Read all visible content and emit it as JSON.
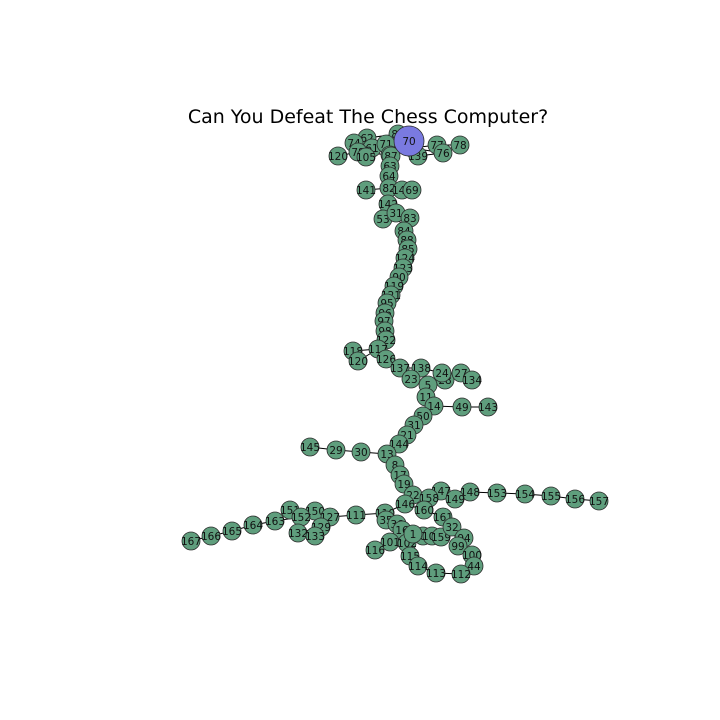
{
  "title": "Can You Defeat The Chess Computer?",
  "colors": {
    "node": "#5f9e7d",
    "root": "#7a7ae0",
    "edge": "#000000"
  },
  "root": "70",
  "nodes": [
    "70",
    "86",
    "62",
    "74",
    "61",
    "71",
    "79",
    "75",
    "77",
    "78",
    "76",
    "139",
    "120",
    "78b",
    "105",
    "87",
    "63",
    "64",
    "141",
    "82",
    "140",
    "69",
    "142",
    "53",
    "31",
    "83",
    "84",
    "88",
    "85",
    "124",
    "123",
    "90",
    "119",
    "121",
    "95",
    "96",
    "97",
    "98",
    "122",
    "118",
    "117",
    "120b",
    "126",
    "137",
    "138",
    "23",
    "28",
    "24",
    "27",
    "134",
    "5",
    "11",
    "14",
    "49",
    "143",
    "50",
    "31b",
    "21",
    "144",
    "145",
    "29",
    "30",
    "13",
    "8",
    "17",
    "19",
    "22",
    "147",
    "148",
    "153",
    "154",
    "155",
    "156",
    "157",
    "158",
    "149",
    "146",
    "160",
    "161",
    "151",
    "150",
    "152",
    "127",
    "129",
    "132",
    "133",
    "111",
    "110",
    "35",
    "36",
    "167",
    "166",
    "165",
    "164",
    "163",
    "16",
    "101",
    "102",
    "103",
    "1",
    "104",
    "159",
    "32",
    "94",
    "99",
    "100",
    "44",
    "115",
    "114",
    "113",
    "112",
    "116"
  ],
  "edges": [
    [
      "86",
      "70"
    ],
    [
      "62",
      "86"
    ],
    [
      "74",
      "62"
    ],
    [
      "61",
      "62"
    ],
    [
      "71",
      "86"
    ],
    [
      "79",
      "71"
    ],
    [
      "70",
      "75"
    ],
    [
      "75",
      "77"
    ],
    [
      "77",
      "78"
    ],
    [
      "75",
      "76"
    ],
    [
      "76",
      "139"
    ],
    [
      "79",
      "78b"
    ],
    [
      "78b",
      "120"
    ],
    [
      "78b",
      "105"
    ],
    [
      "71",
      "87"
    ],
    [
      "87",
      "63"
    ],
    [
      "63",
      "64"
    ],
    [
      "64",
      "82"
    ],
    [
      "82",
      "141"
    ],
    [
      "82",
      "140"
    ],
    [
      "140",
      "69"
    ],
    [
      "82",
      "142"
    ],
    [
      "142",
      "31"
    ],
    [
      "31",
      "53"
    ],
    [
      "31",
      "83"
    ],
    [
      "31",
      "84"
    ],
    [
      "84",
      "88"
    ],
    [
      "88",
      "85"
    ],
    [
      "85",
      "124"
    ],
    [
      "124",
      "123"
    ],
    [
      "123",
      "90"
    ],
    [
      "90",
      "119"
    ],
    [
      "119",
      "121"
    ],
    [
      "121",
      "95"
    ],
    [
      "95",
      "96"
    ],
    [
      "96",
      "97"
    ],
    [
      "97",
      "98"
    ],
    [
      "98",
      "122"
    ],
    [
      "122",
      "117"
    ],
    [
      "117",
      "118"
    ],
    [
      "117",
      "120b"
    ],
    [
      "117",
      "126"
    ],
    [
      "126",
      "137"
    ],
    [
      "137",
      "138"
    ],
    [
      "138",
      "23"
    ],
    [
      "138",
      "24"
    ],
    [
      "24",
      "28"
    ],
    [
      "24",
      "27"
    ],
    [
      "27",
      "134"
    ],
    [
      "138",
      "5"
    ],
    [
      "5",
      "11"
    ],
    [
      "11",
      "14"
    ],
    [
      "14",
      "49"
    ],
    [
      "49",
      "143"
    ],
    [
      "14",
      "50"
    ],
    [
      "50",
      "31b"
    ],
    [
      "31b",
      "21"
    ],
    [
      "21",
      "144"
    ],
    [
      "144",
      "13"
    ],
    [
      "13",
      "30"
    ],
    [
      "30",
      "29"
    ],
    [
      "29",
      "145"
    ],
    [
      "13",
      "8"
    ],
    [
      "8",
      "17"
    ],
    [
      "17",
      "19"
    ],
    [
      "19",
      "22"
    ],
    [
      "22",
      "147"
    ],
    [
      "147",
      "148"
    ],
    [
      "148",
      "153"
    ],
    [
      "153",
      "154"
    ],
    [
      "154",
      "155"
    ],
    [
      "155",
      "156"
    ],
    [
      "156",
      "157"
    ],
    [
      "22",
      "158"
    ],
    [
      "158",
      "149"
    ],
    [
      "22",
      "146"
    ],
    [
      "146",
      "160"
    ],
    [
      "160",
      "161"
    ],
    [
      "146",
      "110"
    ],
    [
      "110",
      "111"
    ],
    [
      "111",
      "127"
    ],
    [
      "127",
      "152"
    ],
    [
      "152",
      "150"
    ],
    [
      "152",
      "151"
    ],
    [
      "127",
      "129"
    ],
    [
      "129",
      "132"
    ],
    [
      "129",
      "133"
    ],
    [
      "152",
      "163"
    ],
    [
      "163",
      "164"
    ],
    [
      "164",
      "165"
    ],
    [
      "165",
      "166"
    ],
    [
      "166",
      "167"
    ],
    [
      "110",
      "35"
    ],
    [
      "35",
      "36"
    ],
    [
      "36",
      "16"
    ],
    [
      "16",
      "101"
    ],
    [
      "16",
      "102"
    ],
    [
      "102",
      "103"
    ],
    [
      "102",
      "1"
    ],
    [
      "1",
      "104"
    ],
    [
      "1",
      "159"
    ],
    [
      "161",
      "32"
    ],
    [
      "32",
      "94"
    ],
    [
      "32",
      "99"
    ],
    [
      "99",
      "100"
    ],
    [
      "100",
      "44"
    ],
    [
      "16",
      "115"
    ],
    [
      "115",
      "114"
    ],
    [
      "114",
      "113"
    ],
    [
      "113",
      "112"
    ],
    [
      "101",
      "116"
    ]
  ],
  "labels": {
    "70": "70",
    "86": "86",
    "62": "62",
    "74": "74",
    "61": "61",
    "71": "71",
    "79": "79",
    "75": "75",
    "77": "77",
    "78": "78",
    "76": "76",
    "139": "139",
    "120": "120",
    "78b": "78",
    "105": "105",
    "87": "87",
    "63": "63",
    "64": "64",
    "141": "141",
    "82": "82",
    "140": "140",
    "69": "69",
    "142": "142",
    "53": "53",
    "31": "31",
    "83": "83",
    "84": "84",
    "88": "88",
    "85": "85",
    "124": "124",
    "123": "123",
    "90": "90",
    "119": "119",
    "121": "121",
    "95": "95",
    "96": "96",
    "97": "97",
    "98": "98",
    "122": "122",
    "118": "118",
    "117": "117",
    "120b": "120",
    "126": "126",
    "137": "137",
    "138": "138",
    "23": "23",
    "28": "28",
    "24": "24",
    "27": "27",
    "134": "134",
    "5": "5",
    "11": "11",
    "14": "14",
    "49": "49",
    "143": "143",
    "50": "50",
    "31b": "31",
    "21": "21",
    "144": "144",
    "145": "145",
    "29": "29",
    "30": "30",
    "13": "13",
    "8": "8",
    "17": "17",
    "19": "19",
    "22": "22",
    "147": "147",
    "148": "148",
    "153": "153",
    "154": "154",
    "155": "155",
    "156": "156",
    "157": "157",
    "158": "158",
    "149": "149",
    "146": "146",
    "160": "160",
    "161": "161",
    "151": "151",
    "150": "150",
    "152": "152",
    "127": "127",
    "129": "129",
    "132": "132",
    "133": "133",
    "111": "111",
    "110": "110",
    "35": "35",
    "36": "36",
    "167": "167",
    "166": "166",
    "165": "165",
    "164": "164",
    "163": "163",
    "16": "16",
    "101": "101",
    "102": "102",
    "103": "103",
    "1": "1",
    "104": "104",
    "159": "159",
    "32": "32",
    "94": "94",
    "99": "99",
    "100": "100",
    "44": "44",
    "115": "115",
    "114": "114",
    "113": "113",
    "112": "112",
    "116": "116"
  }
}
